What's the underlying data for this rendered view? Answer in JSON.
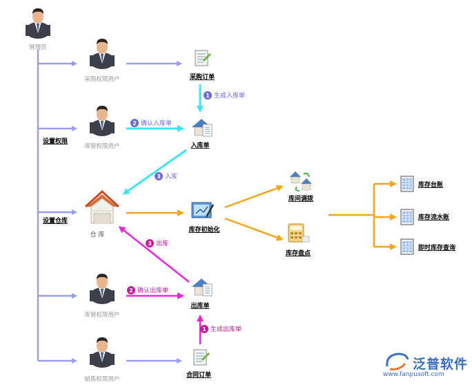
{
  "roles": {
    "admin": "管理员",
    "purchase_user": "采购权限用户",
    "warehouse_user_top": "库管权限用户",
    "warehouse_user_bottom": "库管权限用户",
    "sales_user": "销售权限用户"
  },
  "side_labels": {
    "set_permissions": "设置权限",
    "set_warehouse": "设置仓库"
  },
  "nodes": {
    "purchase_order": "采购订单",
    "stock_in": "入库单",
    "warehouse": "仓 库",
    "stock_init": "库存初始化",
    "stock_out": "出库单",
    "sales_contract": "合同订单",
    "transfer": "库间调拨",
    "stocktake": "库存盘点",
    "ledger": "库存台账",
    "flow_ledger": "库存流水账",
    "realtime_query": "即时库存查询"
  },
  "flows": {
    "gen_in": {
      "num": "1",
      "text": "生成入库单"
    },
    "confirm_in": {
      "num": "2",
      "text": "确认入库单"
    },
    "to_warehouse": {
      "num": "3",
      "text": "入库"
    },
    "from_warehouse": {
      "num": "3",
      "text": "出库"
    },
    "confirm_out": {
      "num": "2",
      "text": "确认出库单"
    },
    "gen_out": {
      "num": "1",
      "text": "生成出库单"
    }
  },
  "logo": {
    "name": "泛普软件",
    "url": "www.fanpusoft.com"
  },
  "colors": {
    "purple_line": "#9a9cf0",
    "cyan": "#3fe4f4",
    "magenta": "#ee22dd",
    "orange": "#f5a51c",
    "blue_label": "#6b6bd6",
    "magenta_label": "#c8189c"
  }
}
